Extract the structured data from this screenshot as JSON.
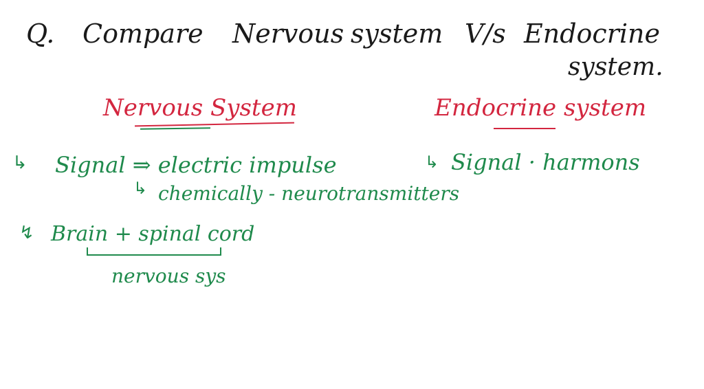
{
  "question": {
    "prefix": "Q.",
    "words": [
      "Compare",
      "Nervous",
      "system",
      "V/s",
      "Endocrine",
      "system."
    ]
  },
  "headings": {
    "left": "Nervous System",
    "right": "Endocrine system"
  },
  "points": {
    "bullet": "↳",
    "bullet_alt": "↯",
    "p1_text": "Signal ⇒ electric impulse",
    "p1_sub_bullet": "↳",
    "p1_sub": "chemically - neurotransmitters",
    "p2_text": "Signal · harmons",
    "p3_text": "Brain + spinal cord",
    "p3_note": "nervous sys"
  },
  "colors": {
    "black": "#1a1a1a",
    "red": "#d3263f",
    "green": "#1f8a4c",
    "background": "#ffffff"
  }
}
